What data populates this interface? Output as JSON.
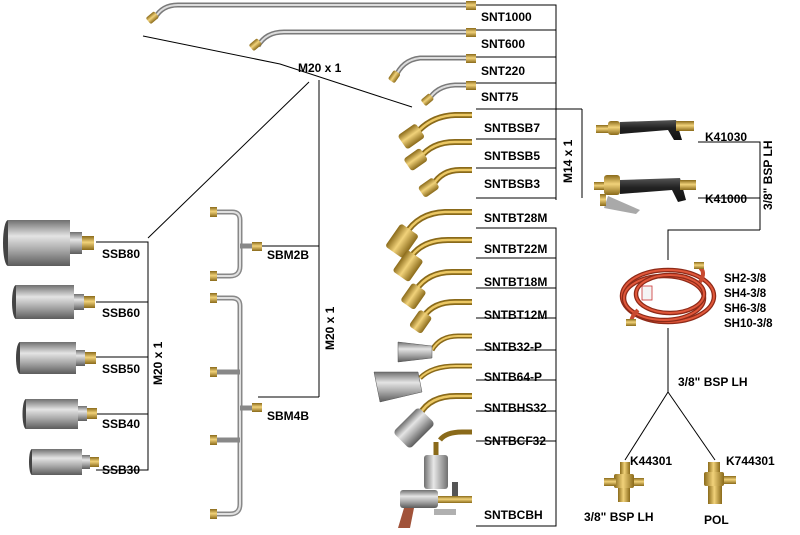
{
  "diagram": {
    "connector_labels": {
      "m20_top": "M20 x 1",
      "m20_left": "M20 x 1",
      "m20_mid": "M20 x 1",
      "m14": "M14 x 1",
      "bsp_right": "3/8\" BSP LH",
      "bsp_hose": "3/8\" BSP LH",
      "bsp_valve": "3/8\" BSP LH"
    },
    "extensions": [
      "SNT1000",
      "SNT600",
      "SNT220",
      "SNT75"
    ],
    "burners_right": [
      "SNTBSB7",
      "SNTBSB5",
      "SNTBSB3",
      "SNTBT28M",
      "SNTBT22M",
      "SNTBT18M",
      "SNTBT12M",
      "SNTB32-P",
      "SNTB64-P",
      "SNTBHS32",
      "SNTBCF32",
      "SNTBCBH"
    ],
    "burners_left": [
      "SSB80",
      "SSB60",
      "SSB50",
      "SSB40",
      "SSB30"
    ],
    "manifolds": [
      "SBM2B",
      "SBM4B"
    ],
    "handles": [
      "K41030",
      "K41000"
    ],
    "hoses": [
      "SH2-3/8",
      "SH4-3/8",
      "SH6-3/8",
      "SH10-3/8"
    ],
    "regulators": [
      "K44301",
      "K744301"
    ],
    "pol_label": "POL",
    "colors": {
      "line": "#000000",
      "steel": "#b9b9b9",
      "brass": "#c9a441",
      "hose": "#d2452a",
      "grip": "#2a2a2a"
    }
  }
}
